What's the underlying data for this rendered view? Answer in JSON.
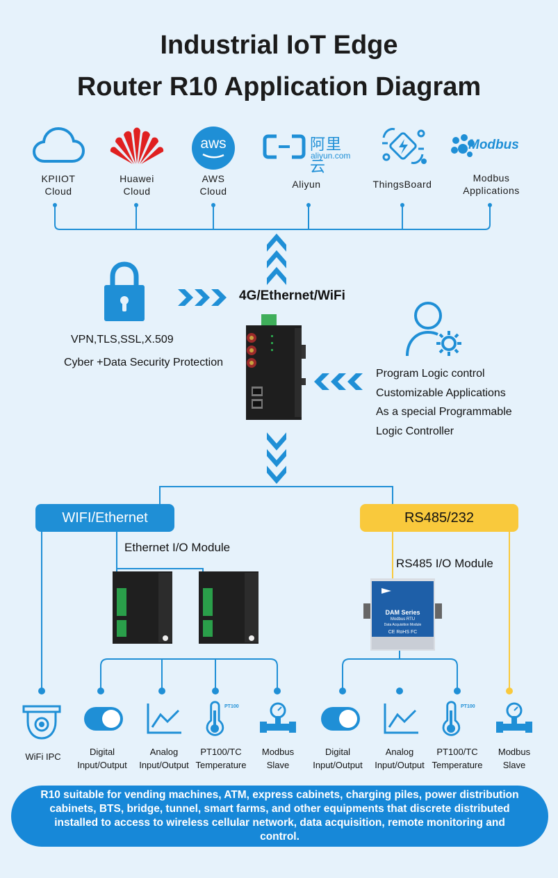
{
  "title": {
    "line1": "Industrial IoT Edge",
    "line2": "Router R10 Application Diagram"
  },
  "clouds": [
    {
      "icon": "cloud-icon",
      "line1": "KPIIOT",
      "line2": "Cloud"
    },
    {
      "icon": "huawei-logo",
      "line1": "Huawei",
      "line2": "Cloud"
    },
    {
      "icon": "aws-logo",
      "line1": "AWS",
      "line2": "Cloud",
      "logo_text": "aws"
    },
    {
      "icon": "aliyun-logo",
      "line1": "Aliyun",
      "line2": "",
      "logo_cn": "阿里云",
      "logo_url": "aliyun.com"
    },
    {
      "icon": "thingsboard-logo",
      "line1": "ThingsBoard",
      "line2": ""
    },
    {
      "icon": "modbus-logo",
      "line1": "Modbus",
      "line2": "Applications",
      "logo_text": "Modbus"
    }
  ],
  "uplink_label": "4G/Ethernet/WiFi",
  "security": {
    "line1": "VPN,TLS,SSL,X.509",
    "line2": "Cyber +Data Security Protection"
  },
  "logic": {
    "lines": [
      "Program Logic control",
      "Customizable Applications",
      "As a special Programmable",
      "Logic Controller"
    ]
  },
  "left_bus": {
    "label": "WIFI/Ethernet",
    "module": "Ethernet I/O Module"
  },
  "right_bus": {
    "label": "RS485/232",
    "module": "RS485 I/O Module",
    "module_text": [
      "DAM Series",
      "Modbus RTU",
      "Data Acquisition Module",
      "CE RoHS FC"
    ]
  },
  "devices": [
    {
      "icon": "camera-icon",
      "line1": "WiFi IPC",
      "line2": ""
    },
    {
      "icon": "toggle-icon",
      "line1": "Digital",
      "line2": "Input/Output"
    },
    {
      "icon": "chart-icon",
      "line1": "Analog",
      "line2": "Input/Output"
    },
    {
      "icon": "thermometer-icon",
      "line1": "PT100/TC",
      "line2": "Temperature",
      "tag": "PT100"
    },
    {
      "icon": "valve-icon",
      "line1": "Modbus",
      "line2": "Slave"
    },
    {
      "icon": "toggle-icon",
      "line1": "Digital",
      "line2": "Input/Output"
    },
    {
      "icon": "chart-icon",
      "line1": "Analog",
      "line2": "Input/Output"
    },
    {
      "icon": "thermometer-icon",
      "line1": "PT100/TC",
      "line2": "Temperature",
      "tag": "PT100"
    },
    {
      "icon": "valve-icon",
      "line1": "Modbus",
      "line2": "Slave"
    }
  ],
  "footer": "R10 suitable for vending machines, ATM, express cabinets, charging piles, power distribution cabinets, BTS, bridge, tunnel, smart farms, and other equipments that discrete distributed installed to access to wireless cellular network, data acquisition, remote monitoring and control.",
  "colors": {
    "blue": "#1f8fd6",
    "yellow": "#f9c93c",
    "background": "#e6f2fb",
    "footer": "#1788d8"
  }
}
